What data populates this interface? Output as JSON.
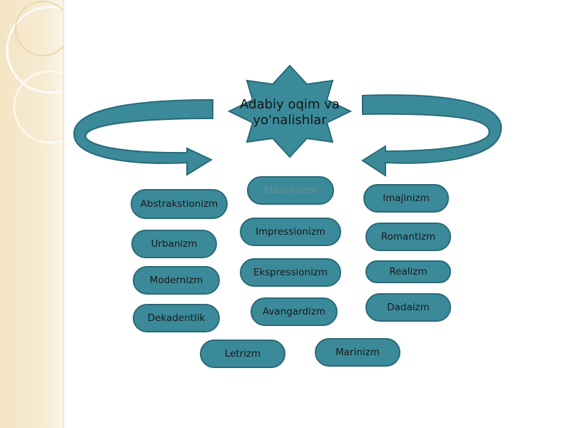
{
  "center": {
    "label": "Adabiy oqim va yo'nalishlar"
  },
  "colors": {
    "fill": "#3b8a9a",
    "stroke": "#2a6a78",
    "background": "#ffffff",
    "side_band": "#f3e4c2"
  },
  "nodes": {
    "abstrakstionizm": "Abstrakstionizm",
    "klassitsizm": "Klassitsizm",
    "imajinizm": "Imajinizm",
    "urbanizm": "Urbanizm",
    "impressionizm": "Impressionizm",
    "romantizm": "Romantizm",
    "modernizm": "Modernizm",
    "ekspressionizm": "Ekspressionizm",
    "realizm": "Realizm",
    "dekadentlik": "Dekadentlik",
    "avangardizm": "Avangardizm",
    "dadaizm": "Dadaizm",
    "letrizm": "Letrizm",
    "marinizm": "Marinizm"
  }
}
